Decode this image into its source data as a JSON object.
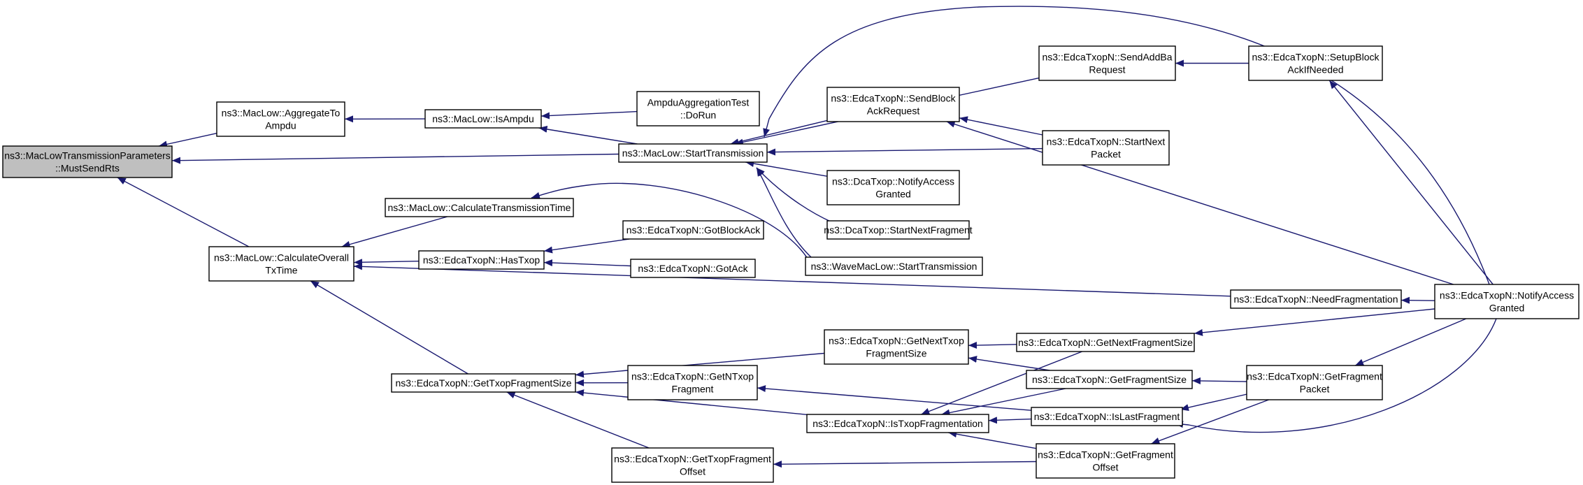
{
  "graph": {
    "edge_color": "#191970",
    "root_fill": "#bfbfbf",
    "node_fill": "#ffffff",
    "nodes": [
      {
        "id": "root",
        "lines": [
          "ns3::MacLowTransmissionParameters",
          "::MustSendRts"
        ],
        "root": true
      },
      {
        "id": "agg",
        "lines": [
          "ns3::MacLow::AggregateTo",
          "Ampdu"
        ]
      },
      {
        "id": "isampdu",
        "lines": [
          "ns3::MacLow::IsAmpdu"
        ]
      },
      {
        "id": "ampdutest",
        "lines": [
          "AmpduAggregationTest",
          "::DoRun"
        ]
      },
      {
        "id": "starttx",
        "lines": [
          "ns3::MacLow::StartTransmission"
        ]
      },
      {
        "id": "sendaddba",
        "lines": [
          "ns3::EdcaTxopN::SendAddBa",
          "Request"
        ]
      },
      {
        "id": "setupblock",
        "lines": [
          "ns3::EdcaTxopN::SetupBlock",
          "AckIfNeeded"
        ]
      },
      {
        "id": "sendblockack",
        "lines": [
          "ns3::EdcaTxopN::SendBlock",
          "AckRequest"
        ]
      },
      {
        "id": "startnextpacket",
        "lines": [
          "ns3::EdcaTxopN::StartNext",
          "Packet"
        ]
      },
      {
        "id": "dcanotify",
        "lines": [
          "ns3::DcaTxop::NotifyAccess",
          "Granted"
        ]
      },
      {
        "id": "dcastartnext",
        "lines": [
          "ns3::DcaTxop::StartNextFragment"
        ]
      },
      {
        "id": "wavestart",
        "lines": [
          "ns3::WaveMacLow::StartTransmission"
        ]
      },
      {
        "id": "calctx",
        "lines": [
          "ns3::MacLow::CalculateTransmissionTime"
        ]
      },
      {
        "id": "calcoverall",
        "lines": [
          "ns3::MacLow::CalculateOverall",
          "TxTime"
        ]
      },
      {
        "id": "hastxop",
        "lines": [
          "ns3::EdcaTxopN::HasTxop"
        ]
      },
      {
        "id": "gotblockack",
        "lines": [
          "ns3::EdcaTxopN::GotBlockAck"
        ]
      },
      {
        "id": "gotack",
        "lines": [
          "ns3::EdcaTxopN::GotAck"
        ]
      },
      {
        "id": "needfrag",
        "lines": [
          "ns3::EdcaTxopN::NeedFragmentation"
        ]
      },
      {
        "id": "edcanotify",
        "lines": [
          "ns3::EdcaTxopN::NotifyAccess",
          "Granted"
        ]
      },
      {
        "id": "gettxopfragsize",
        "lines": [
          "ns3::EdcaTxopN::GetTxopFragmentSize"
        ]
      },
      {
        "id": "getnexttxopfragsize",
        "lines": [
          "ns3::EdcaTxopN::GetNextTxop",
          "FragmentSize"
        ]
      },
      {
        "id": "getnextfragsize",
        "lines": [
          "ns3::EdcaTxopN::GetNextFragmentSize"
        ]
      },
      {
        "id": "getntxopfrag",
        "lines": [
          "ns3::EdcaTxopN::GetNTxop",
          "Fragment"
        ]
      },
      {
        "id": "getfragsize",
        "lines": [
          "ns3::EdcaTxopN::GetFragmentSize"
        ]
      },
      {
        "id": "getfragpacket",
        "lines": [
          "ns3::EdcaTxopN::GetFragment",
          "Packet"
        ]
      },
      {
        "id": "istxopfrag",
        "lines": [
          "ns3::EdcaTxopN::IsTxopFragmentation"
        ]
      },
      {
        "id": "islastfrag",
        "lines": [
          "ns3::EdcaTxopN::IsLastFragment"
        ]
      },
      {
        "id": "gettxopfragoffset",
        "lines": [
          "ns3::EdcaTxopN::GetTxopFragment",
          "Offset"
        ]
      },
      {
        "id": "getfragoffset",
        "lines": [
          "ns3::EdcaTxopN::GetFragment",
          "Offset"
        ]
      }
    ],
    "edges": [
      [
        "agg",
        "root"
      ],
      [
        "starttx",
        "root"
      ],
      [
        "calcoverall",
        "root"
      ],
      [
        "isampdu",
        "agg"
      ],
      [
        "ampdutest",
        "isampdu"
      ],
      [
        "starttx",
        "isampdu"
      ],
      [
        "sendaddba",
        "starttx"
      ],
      [
        "sendblockack",
        "starttx"
      ],
      [
        "startnextpacket",
        "starttx"
      ],
      [
        "dcanotify",
        "starttx"
      ],
      [
        "dcastartnext",
        "starttx"
      ],
      [
        "wavestart",
        "starttx"
      ],
      [
        "edcanotify",
        "starttx"
      ],
      [
        "setupblock",
        "sendaddba"
      ],
      [
        "edcanotify",
        "setupblock"
      ],
      [
        "startnextpacket",
        "sendblockack"
      ],
      [
        "edcanotify",
        "sendblockack"
      ],
      [
        "calctx",
        "calcoverall"
      ],
      [
        "wavestart",
        "calctx"
      ],
      [
        "hastxop",
        "calcoverall"
      ],
      [
        "gotblockack",
        "hastxop"
      ],
      [
        "gotack",
        "hastxop"
      ],
      [
        "needfrag",
        "calcoverall"
      ],
      [
        "edcanotify",
        "needfrag"
      ],
      [
        "gettxopfragsize",
        "calcoverall"
      ],
      [
        "getnexttxopfragsize",
        "gettxopfragsize"
      ],
      [
        "getntxopfrag",
        "gettxopfragsize"
      ],
      [
        "istxopfrag",
        "gettxopfragsize"
      ],
      [
        "gettxopfragoffset",
        "gettxopfragsize"
      ],
      [
        "getnextfragsize",
        "getnexttxopfragsize"
      ],
      [
        "getfragsize",
        "getnexttxopfragsize"
      ],
      [
        "edcanotify",
        "getnextfragsize"
      ],
      [
        "getfragpacket",
        "getfragsize"
      ],
      [
        "edcanotify",
        "getfragpacket"
      ],
      [
        "islastfrag",
        "getntxopfrag"
      ],
      [
        "getnextfragsize",
        "istxopfrag"
      ],
      [
        "getfragsize",
        "istxopfrag"
      ],
      [
        "islastfrag",
        "istxopfrag"
      ],
      [
        "getfragoffset",
        "istxopfrag"
      ],
      [
        "getfragpacket",
        "islastfrag"
      ],
      [
        "edcanotify",
        "islastfrag"
      ],
      [
        "getfragoffset",
        "gettxopfragoffset"
      ],
      [
        "getfragpacket",
        "getfragoffset"
      ]
    ]
  }
}
